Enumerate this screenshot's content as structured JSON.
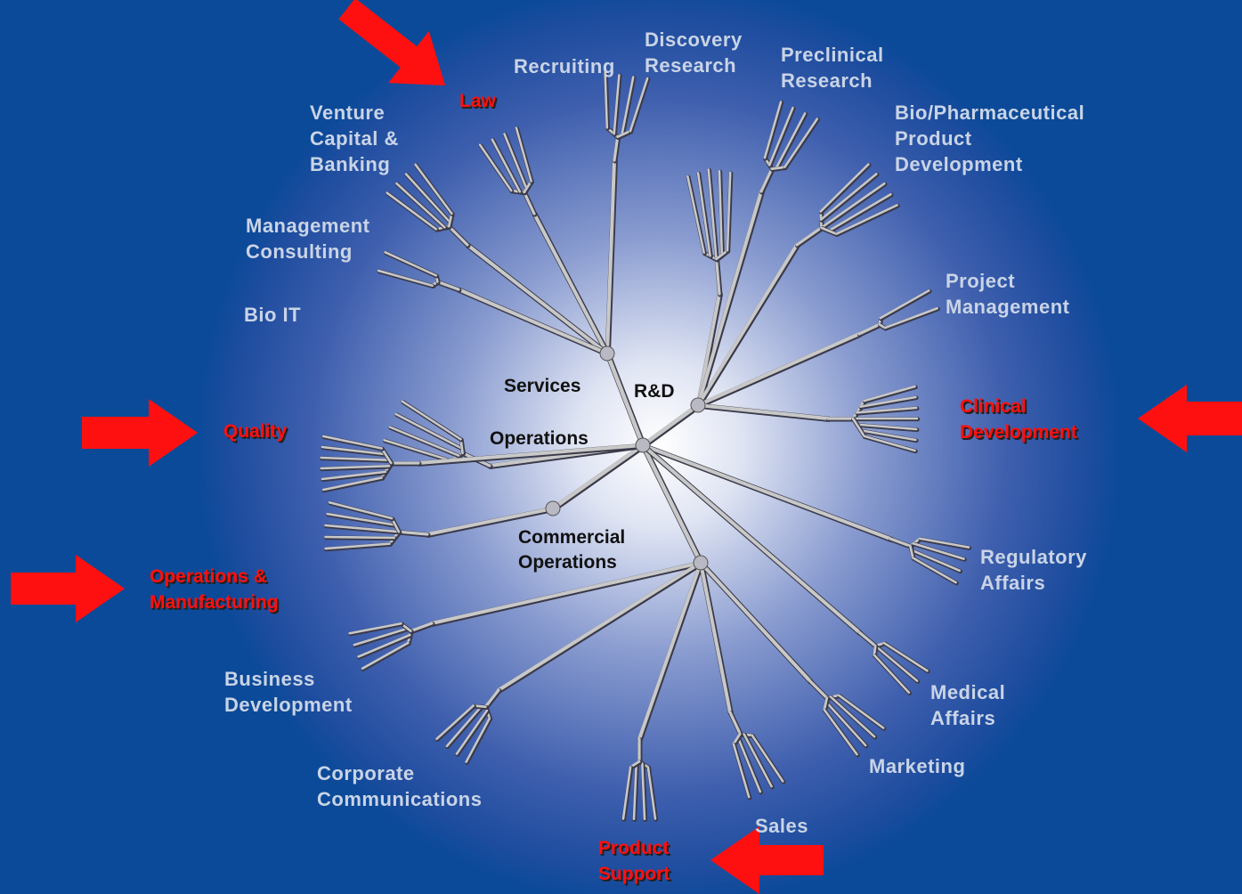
{
  "colors": {
    "background": "#0b4a99",
    "glow_center": "#ffffff",
    "branch": "#c8c8c8",
    "label": "#c9d4e6",
    "highlight": "#ff1010",
    "arrow": "#ff1010",
    "hub_text": "#111111"
  },
  "hubs": {
    "services": "Services",
    "rd": "R&D",
    "operations": "Operations",
    "commercial": "Commercial\nOperations"
  },
  "labels": {
    "recruiting": "Recruiting",
    "discovery": "Discovery\nResearch",
    "preclinical": "Preclinical\nResearch",
    "biopharma": "Bio/Pharmaceutical\nProduct\nDevelopment",
    "venture": "Venture\nCapital &\nBanking",
    "management": "Management\nConsulting",
    "bioit": "Bio IT",
    "project": "Project\nManagement",
    "regulatory": "Regulatory\nAffairs",
    "medical": "Medical\nAffairs",
    "marketing": "Marketing",
    "sales": "Sales",
    "business": "Business\nDevelopment",
    "corporate": "Corporate\nCommunications"
  },
  "highlighted": {
    "law": "Law",
    "quality": "Quality",
    "clinical": "Clinical\nDevelopment",
    "operations_mfg": "Operations &\nManufacturing",
    "product_support": "Product\nSupport"
  },
  "arrows": [
    "arrow-to-law",
    "arrow-to-quality",
    "arrow-to-operations-manufacturing",
    "arrow-to-clinical-development",
    "arrow-to-product-support"
  ]
}
